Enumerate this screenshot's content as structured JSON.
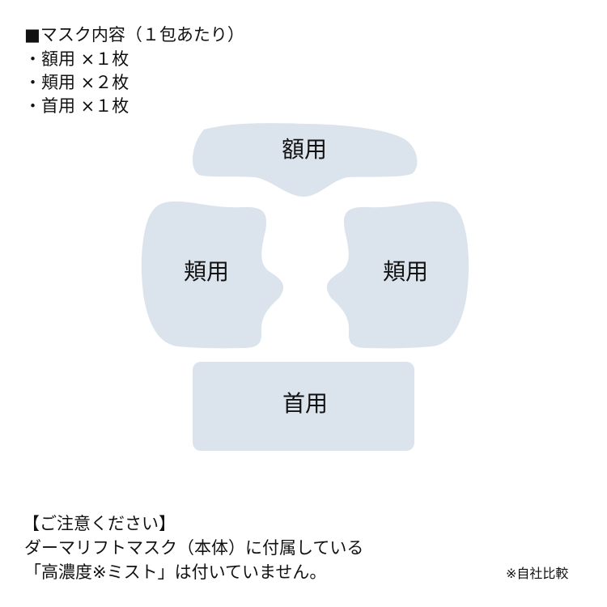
{
  "contents": {
    "heading": "■マスク内容（１包あたり）",
    "items": [
      "・額用 ×１枚",
      "・頬用 ×２枚",
      "・首用 ×１枚"
    ]
  },
  "masks": {
    "forehead": "額用",
    "cheek_left": "頬用",
    "cheek_right": "頬用",
    "neck": "首用"
  },
  "notice": {
    "title": "【ご注意ください】",
    "line1": "ダーマリフトマスク（本体）に付属している",
    "line2": "「高濃度※ミスト」は付いていません。",
    "footnote": "※自社比較"
  },
  "colors": {
    "mask": "#dbe4ec"
  }
}
